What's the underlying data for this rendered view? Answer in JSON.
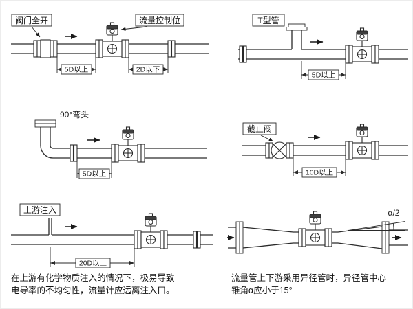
{
  "colors": {
    "background": "#ffffff",
    "line": "#2a2a2a",
    "text": "#1a1a1a"
  },
  "panels": {
    "valve_open": {
      "title": "阀门全开",
      "control_label": "流量控制位",
      "dim_upstream": "5D以上",
      "dim_downstream": "2D以下"
    },
    "t_pipe": {
      "title": "T型管",
      "dim": "5D以上"
    },
    "elbow": {
      "title": "90°弯头",
      "dim": "5D以上"
    },
    "stop_valve": {
      "title": "截止阀",
      "dim": "10D以上"
    },
    "injection": {
      "title": "上游注入",
      "dim": "20D以上",
      "caption_line1": "在上游有化学物质注入的情况下，极易导致",
      "caption_line2": "电导率的不均匀性，流量计应远离注入口。"
    },
    "reducer": {
      "angle_label": "α/2",
      "caption_line1": "流量管上下游采用异径管时，异径管中心",
      "caption_line2": "锥角α应小于15°"
    }
  }
}
